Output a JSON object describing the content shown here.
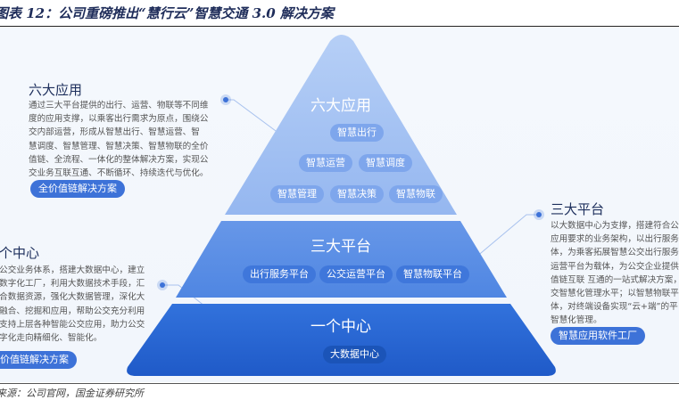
{
  "title": "图表 12：公司重磅推出“慧行云”智慧交通 3.0 解决方案",
  "source": "来源：公司官网，国金证券研究所",
  "pyramid": {
    "top": {
      "title": "六大应用",
      "chips": [
        "智慧出行",
        "智慧运营",
        "智慧调度",
        "智慧管理",
        "智慧决策",
        "智慧物联"
      ]
    },
    "middle": {
      "title": "三大平台",
      "chips": [
        "出行服务平台",
        "公交运营平台",
        "智慧物联平台"
      ]
    },
    "bottom": {
      "title": "一个中心",
      "chips": [
        "大数据中心"
      ]
    }
  },
  "left_top": {
    "heading": "六大应用",
    "lines": [
      "通过三大平台提供的出行、运营、物联等不同维",
      "度的应用支撑，以乘客出行需求为原点，围绕公",
      "交内部运营，形成从智慧出行、智慧运营、智",
      "慧调度、智慧管理、智慧决策、智慧物联的全价",
      "值链、全流程、一体化的整体解决方案，实现公",
      "交业务互联互通、不断循环、持续迭代与优化。"
    ],
    "tag": "全价值链解决方案"
  },
  "left_bottom": {
    "heading": "一个中心",
    "lines": [
      "基于公交业务体系，搭建大数据中心，建立",
      "公交数字化工厂，利用大数据技术手段，汇",
      "聚整合数据资源，强化大数据管理，深化大",
      "数据融合、挖掘和应用，帮助公交充分利用",
      "数据支持上层各种智能公交应用，助力公交",
      "从数字化走向精细化、智能化。"
    ],
    "tag": "全价值链解决方案"
  },
  "right": {
    "heading": "三大平台",
    "lines": [
      "以大数据中心为支撑，搭建符合公交",
      "应用要求的业务架构，以出行服务平",
      "体，为乘客拓展智慧公交出行服务；",
      "运营平台为载体，为公交企业提供",
      "值链互联 互通的一站式解决方案，",
      "交智慧化管理水平；以智慧物联平",
      "体，对终端设备实现“云+端”的平",
      "智慧化管理。"
    ],
    "tag": "智慧应用软件工厂"
  },
  "colors": {
    "tier_top": "#9dbdf2",
    "tier_middle": "#5b8fe6",
    "tier_bottom": "#2a66d2",
    "accent": "#3d72d8",
    "heading": "#1d2f5c"
  }
}
